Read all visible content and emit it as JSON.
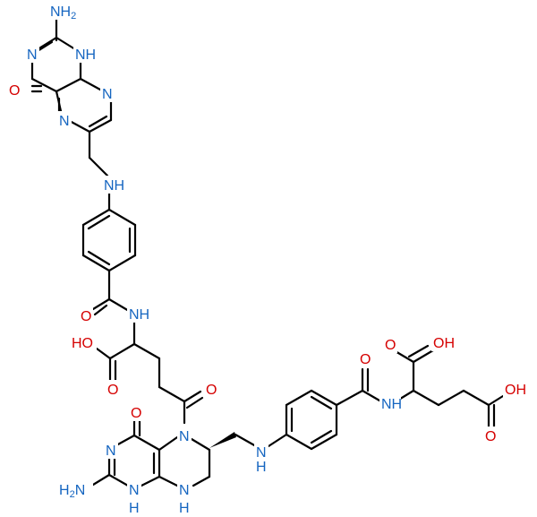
{
  "colors": {
    "nitrogen": "#1565c0",
    "oxygen": "#d50000",
    "bond": "#000000",
    "background": "#ffffff"
  },
  "atoms": [
    {
      "id": "nh2_top",
      "text": "NH2",
      "element": "N"
    },
    {
      "id": "n_top_left",
      "text": "N",
      "element": "N"
    },
    {
      "id": "nh_top_right",
      "text": "NH",
      "element": "N"
    },
    {
      "id": "o_top",
      "text": "O",
      "element": "O"
    },
    {
      "id": "n_top_ring_right",
      "text": "N",
      "element": "N"
    },
    {
      "id": "n_top_ring_left",
      "text": "N",
      "element": "N"
    },
    {
      "id": "nh_linker_top",
      "text": "NH",
      "element": "N"
    },
    {
      "id": "o_amide_mid",
      "text": "O",
      "element": "O"
    },
    {
      "id": "nh_amide_mid",
      "text": "NH",
      "element": "N"
    },
    {
      "id": "oh_acid_mid",
      "text": "HO",
      "element": "O"
    },
    {
      "id": "o_acid_mid",
      "text": "O",
      "element": "O"
    },
    {
      "id": "o_ketone",
      "text": "O",
      "element": "O"
    },
    {
      "id": "o_bottom",
      "text": "O",
      "element": "O"
    },
    {
      "id": "n_bottom_left",
      "text": "N",
      "element": "N"
    },
    {
      "id": "n5_bottom",
      "text": "N",
      "element": "N"
    },
    {
      "id": "nh2_bottom",
      "text": "H2N",
      "element": "N"
    },
    {
      "id": "n_bottom_nh1",
      "text": "N",
      "element": "N"
    },
    {
      "id": "h_bottom_nh1",
      "text": "H",
      "element": "N"
    },
    {
      "id": "n_bottom_nh2",
      "text": "N",
      "element": "N"
    },
    {
      "id": "h_bottom_nh2",
      "text": "H",
      "element": "N"
    },
    {
      "id": "n_linker_bottom",
      "text": "N",
      "element": "N"
    },
    {
      "id": "h_linker_bottom",
      "text": "H",
      "element": "N"
    },
    {
      "id": "o_amide_right",
      "text": "O",
      "element": "O"
    },
    {
      "id": "nh_amide_right",
      "text": "NH",
      "element": "N"
    },
    {
      "id": "oh_acid_right_top",
      "text": "OH",
      "element": "O"
    },
    {
      "id": "o_acid_right_top",
      "text": "O",
      "element": "O"
    },
    {
      "id": "oh_acid_right_end",
      "text": "OH",
      "element": "O"
    },
    {
      "id": "o_acid_right_end",
      "text": "O",
      "element": "O"
    }
  ]
}
